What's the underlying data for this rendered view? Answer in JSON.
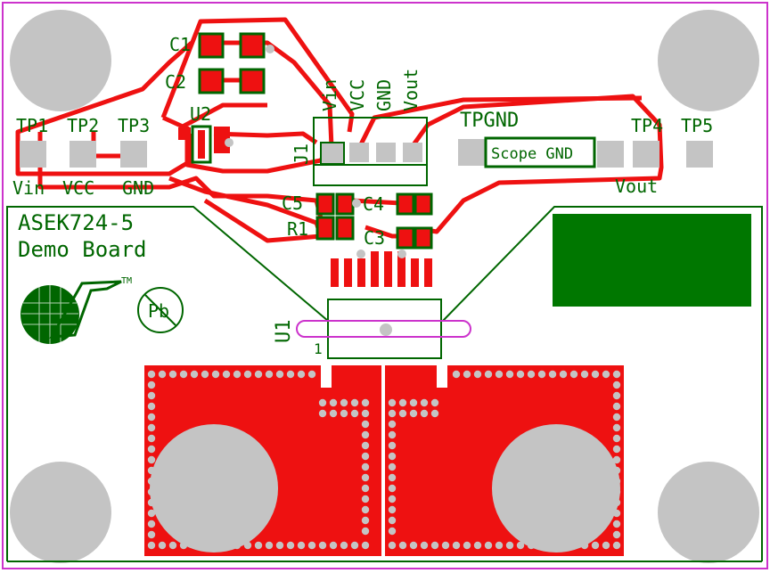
{
  "board": {
    "title_line1": "ASEK724-5",
    "title_line2": "Demo Board",
    "trademark": "TM",
    "pb_mark": "Pb"
  },
  "labels": {
    "c1": "C1",
    "c2": "C2",
    "c3": "C3",
    "c4": "C4",
    "c5": "C5",
    "r1": "R1",
    "u1": "U1",
    "u2": "U2",
    "j1": "J1",
    "pin_1": "1",
    "tp1": "TP1",
    "tp2": "TP2",
    "tp3": "TP3",
    "tp4": "TP4",
    "tp5": "TP5",
    "tpgnd": "TPGND",
    "vin_top": "Vin",
    "vcc_top": "VCC",
    "gnd_top": "GND",
    "vout_top": "Vout",
    "vin_bottom": "Vin",
    "vcc_bottom": "VCC",
    "gnd_bottom": "GND",
    "vout_bottom": "Vout",
    "scope_gnd": "Scope GND"
  },
  "colors": {
    "copper": "#ee1111",
    "silk": "#006600",
    "hole": "#c4c4c4",
    "outline": "#cc33cc",
    "fill_dark": "#007700"
  }
}
